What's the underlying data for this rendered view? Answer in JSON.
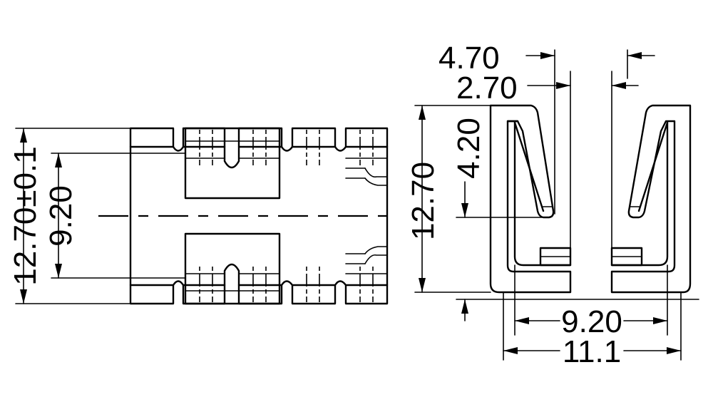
{
  "left_view": {
    "overall_height": "12.70±0.1",
    "inner_height": "9.20"
  },
  "right_view": {
    "height": "12.70",
    "depth_top": "4.20",
    "outer_gap": "4.70",
    "inner_gap": "2.70",
    "inner_width": "9.20",
    "overall_width": "11.1"
  }
}
